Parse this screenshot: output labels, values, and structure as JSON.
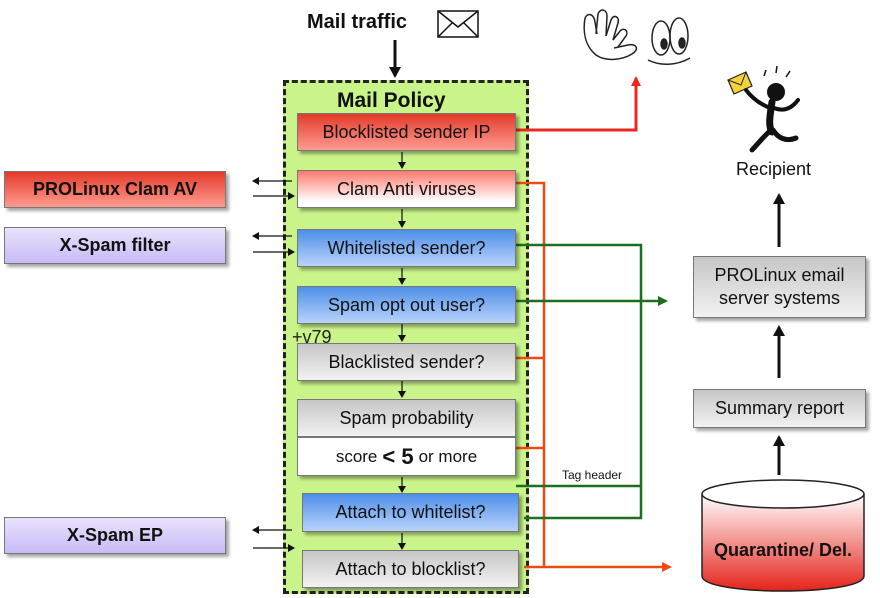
{
  "top": {
    "mail_traffic": "Mail traffic"
  },
  "policy": {
    "title": "Mail Policy"
  },
  "steps": {
    "blocklisted_ip": "Blocklisted sender IP",
    "clam": "Clam Anti viruses",
    "whitelisted": "Whitelisted sender?",
    "optout": "Spam opt out user?",
    "blacklisted": "Blacklisted sender?",
    "spam_prob": "Spam probability",
    "score_a": "score",
    "score_sym": "< 5",
    "score_b": "or more",
    "attach_white": "Attach to whitelist?",
    "attach_block": "Attach to blocklist?"
  },
  "stray_text": "+v79",
  "side": {
    "clam_av": "PROLinux Clam AV",
    "xspam_filter": "X-Spam filter",
    "xspam_ep": "X-Spam EP"
  },
  "right": {
    "recipient": "Recipient",
    "servers_line1": "PROLinux email",
    "servers_line2": "server systems",
    "summary": "Summary report",
    "quarantine": "Quarantine/ Del."
  },
  "tag_header": "Tag header",
  "colors": {
    "reject_red": "#e8281e",
    "orange": "#f04a12",
    "green": "#1e6e1e",
    "policy_bg": "#c8f48a"
  }
}
